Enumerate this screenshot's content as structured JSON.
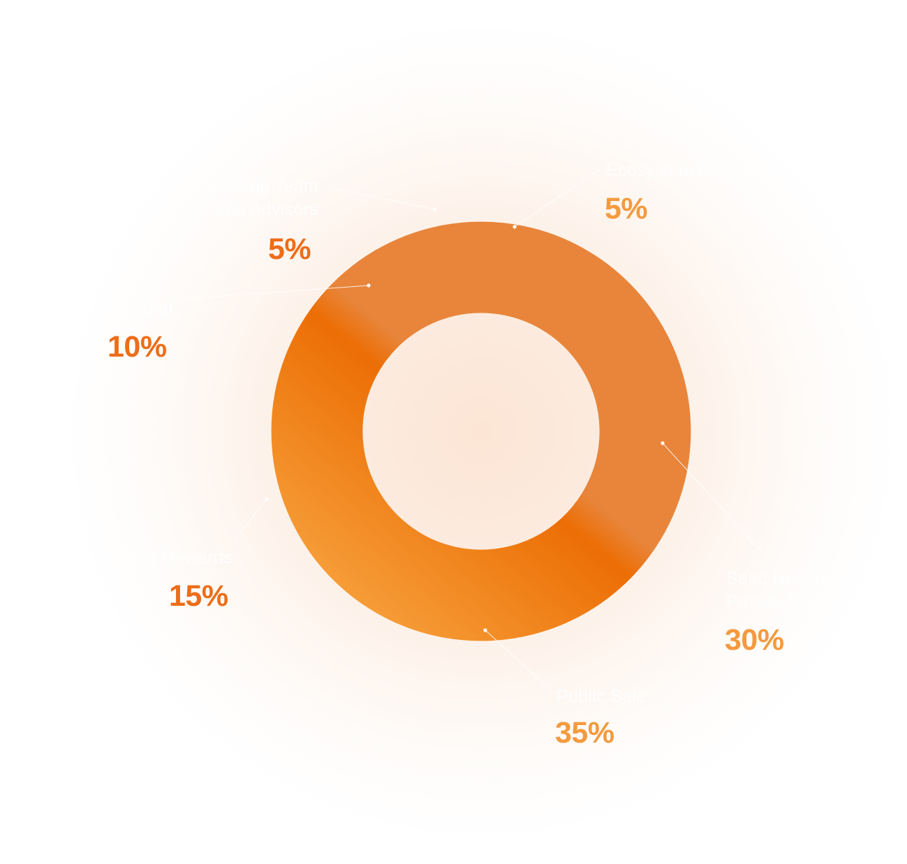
{
  "chart_data": {
    "type": "pie",
    "style": "donut",
    "title": "",
    "slices": [
      {
        "label": "Ecosystem Development",
        "value": 5,
        "value_label": "5%",
        "color": "#F49A3E"
      },
      {
        "label": "Seed Round\nPrivate Sale",
        "value": 30,
        "value_label": "30%",
        "color": "#F49A3E"
      },
      {
        "label": "Public Sale",
        "value": 35,
        "value_label": "35%",
        "color": "#F49A3E"
      },
      {
        "label": "Staking Rewards",
        "value": 15,
        "value_label": "15%",
        "color": "#EC6E1A"
      },
      {
        "label": "Fund",
        "value": 10,
        "value_label": "10%",
        "color": "#EC6E1A"
      },
      {
        "label": "Founding Team\nand Advisors",
        "value": 5,
        "value_label": "5%",
        "color": "#EC6E1A"
      }
    ]
  },
  "colors": {
    "ring_light": "#E8853B",
    "ring_dark": "#EC6E05",
    "ring_bottom": "#F7A23D",
    "label_text": "#FFFFFF",
    "connector": "#FFFFFF"
  }
}
